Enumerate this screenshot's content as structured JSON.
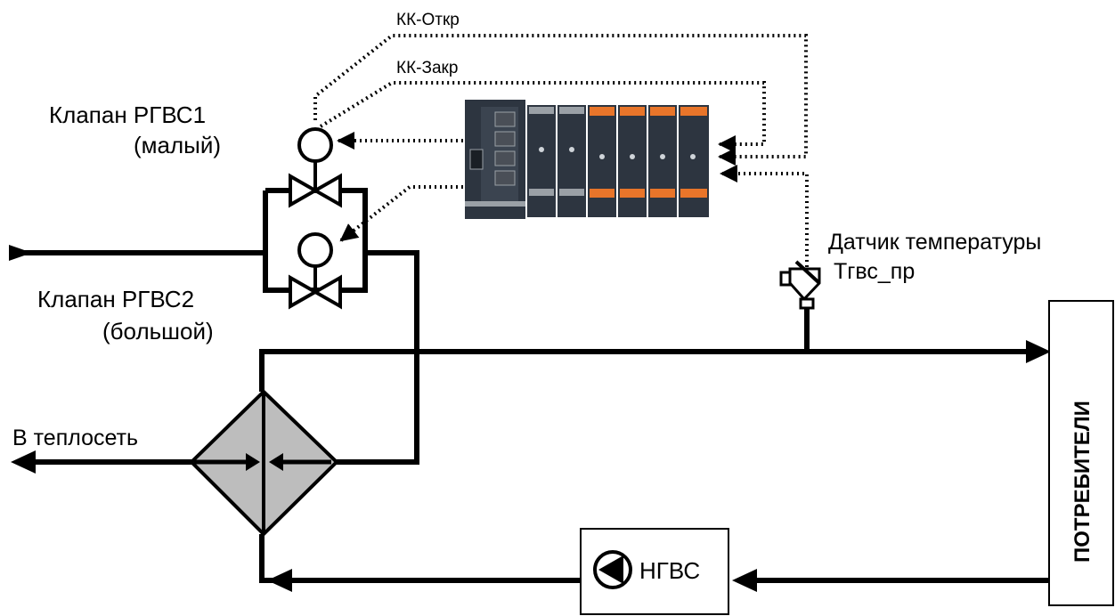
{
  "labels": {
    "valve1_name": "Клапан РГВС1",
    "valve1_size": "(малый)",
    "valve2_name": "Клапан РГВС2",
    "valve2_size": "(большой)",
    "signal_open": "КК-Откр",
    "signal_close": "КК-Закр",
    "sensor_line1": "Датчик температуры",
    "sensor_line2": "Тгвс_пр",
    "network": "В теплосеть",
    "consumers": "ПОТРЕБИТЕЛИ",
    "pump": "НГВС"
  },
  "colors": {
    "pipe": "#000000",
    "exchanger_fill": "#bdbdbd",
    "controller_body": "#2d3540",
    "controller_port": "#4a4f57",
    "terminal_orange": "#e8752a",
    "terminal_gray": "#9aa0a6"
  },
  "icons": {
    "valve": "gate-valve-icon",
    "actuator": "actuator-circle-icon",
    "heat_exchanger": "heat-exchanger-icon",
    "pump": "pump-icon",
    "sensor": "temperature-sensor-icon",
    "controller": "plc-controller-icon"
  }
}
